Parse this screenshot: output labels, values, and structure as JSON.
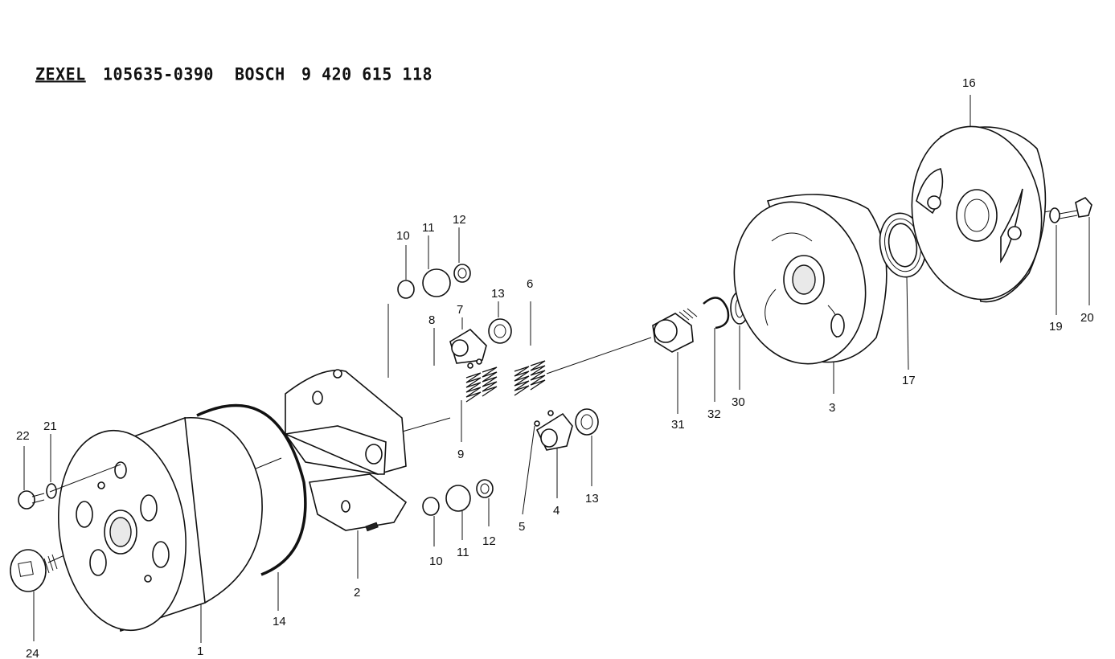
{
  "header": {
    "brand1": "ZEXEL",
    "part_no1": "105635-0390",
    "brand2": "BOSCH",
    "part_no2": "9 420 615 118"
  },
  "callouts": [
    {
      "id": "c1",
      "label": "1"
    },
    {
      "id": "c2",
      "label": "2"
    },
    {
      "id": "c3",
      "label": "3"
    },
    {
      "id": "c4",
      "label": "4"
    },
    {
      "id": "c5",
      "label": "5"
    },
    {
      "id": "c6",
      "label": "6"
    },
    {
      "id": "c7",
      "label": "7"
    },
    {
      "id": "c8",
      "label": "8"
    },
    {
      "id": "c9",
      "label": "9"
    },
    {
      "id": "c10a",
      "label": "10"
    },
    {
      "id": "c10b",
      "label": "10"
    },
    {
      "id": "c11a",
      "label": "11"
    },
    {
      "id": "c11b",
      "label": "11"
    },
    {
      "id": "c12a",
      "label": "12"
    },
    {
      "id": "c12b",
      "label": "12"
    },
    {
      "id": "c13a",
      "label": "13"
    },
    {
      "id": "c13b",
      "label": "13"
    },
    {
      "id": "c14",
      "label": "14"
    },
    {
      "id": "c16",
      "label": "16"
    },
    {
      "id": "c17",
      "label": "17"
    },
    {
      "id": "c19",
      "label": "19"
    },
    {
      "id": "c20",
      "label": "20"
    },
    {
      "id": "c21",
      "label": "21"
    },
    {
      "id": "c22",
      "label": "22"
    },
    {
      "id": "c24",
      "label": "24"
    },
    {
      "id": "c30",
      "label": "30"
    },
    {
      "id": "c31",
      "label": "31"
    },
    {
      "id": "c32",
      "label": "32"
    }
  ]
}
